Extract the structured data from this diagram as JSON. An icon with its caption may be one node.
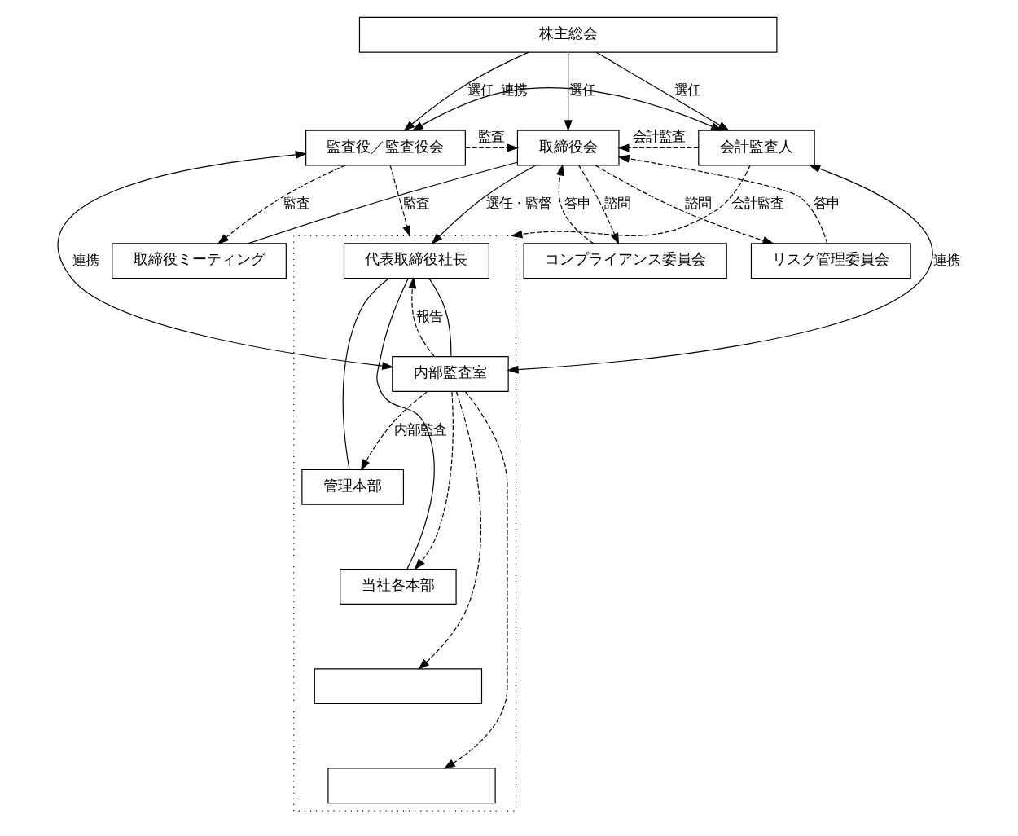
{
  "diagram": {
    "nodes": [
      {
        "text": [
          "株主総会"
        ]
      },
      {
        "text": [
          "監査役／監査役会"
        ]
      },
      {
        "text": [
          "取締役会"
        ]
      },
      {
        "text": [
          "会計監査人"
        ]
      },
      {
        "text": [
          "取締役ミーティング"
        ]
      },
      {
        "text": [
          "リスク管理委員会"
        ]
      },
      {
        "text": [
          "コンプライアンス委員会"
        ]
      },
      {
        "text": [],
        "shape": "box"
      },
      {
        "text": [
          "代表取締役社長"
        ],
        "in": 7
      },
      {
        "text": [
          "内部監査室"
        ],
        "in": 7
      },
      {
        "text": [
          "管理本部"
        ],
        "in": 7
      },
      {
        "text": [
          "当社各本部"
        ],
        "in": 7
      },
      {
        "text": [],
        "shape": "box",
        "in": 7
      },
      {
        "text": [],
        "shape": "box",
        "in": 7
      }
    ],
    "edges": [
      {
        "from": 0,
        "to": 1,
        "arrow": "to",
        "label": "選任"
      },
      {
        "from": 0,
        "to": 2,
        "arrow": "to",
        "label": "選任"
      },
      {
        "from": 0,
        "to": 3,
        "arrow": "to",
        "label": "選任"
      },
      {
        "from": 1,
        "to": 3,
        "arrow": "both",
        "label": "連携"
      },
      {
        "from": 1,
        "to": 2,
        "arrow": "to",
        "label": "監査",
        "style": "dashed"
      },
      {
        "from": 3,
        "to": 2,
        "arrow": "to",
        "label": "会計監査",
        "style": "dashed"
      },
      {
        "from": 1,
        "to": 4,
        "arrow": "to",
        "label": "監査",
        "style": "dashed"
      },
      {
        "from": 4,
        "to": 2,
        "arrow": "none"
      },
      {
        "from": 2,
        "to": 5,
        "arrow": "to",
        "label": "諮問",
        "style": "dashed"
      },
      {
        "from": 5,
        "to": 2,
        "arrow": "to",
        "label": "答申",
        "style": "dashed"
      },
      {
        "from": 2,
        "to": 6,
        "arrow": "to",
        "label": "諮問",
        "style": "dashed"
      },
      {
        "from": 6,
        "to": 2,
        "arrow": "to",
        "label": "答申",
        "style": "dashed"
      },
      {
        "from": 3,
        "to": 7,
        "arrow": "to",
        "label": "会計監査",
        "style": "dashed"
      },
      {
        "from": 1,
        "to": 7,
        "arrow": "to",
        "label": "監査",
        "style": "dashed"
      },
      {
        "from": 2,
        "to": 8,
        "arrow": "to",
        "label": "選任・監督"
      },
      {
        "from": 3,
        "to": 9,
        "arrow": "both",
        "label": "連携"
      },
      {
        "from": 9,
        "to": 8,
        "arrow": "to",
        "label": "報告",
        "style": "dashed"
      },
      {
        "from": 8,
        "to": 9,
        "arrow": "none"
      },
      {
        "from": 8,
        "to": 10,
        "arrow": "none"
      },
      {
        "from": 8,
        "to": 11,
        "arrow": "none"
      },
      {
        "from": 1,
        "to": 9,
        "arrow": "both",
        "label": "連携"
      },
      {
        "from": 9,
        "to": 10,
        "arrow": "to",
        "label": "内部監査",
        "style": "dashed"
      },
      {
        "from": 9,
        "to": 11,
        "arrow": "to",
        "style": "dashed"
      },
      {
        "from": 9,
        "to": 12,
        "arrow": "to",
        "style": "dashed"
      },
      {
        "from": 9,
        "to": 13,
        "arrow": "to",
        "style": "dashed"
      }
    ]
  }
}
